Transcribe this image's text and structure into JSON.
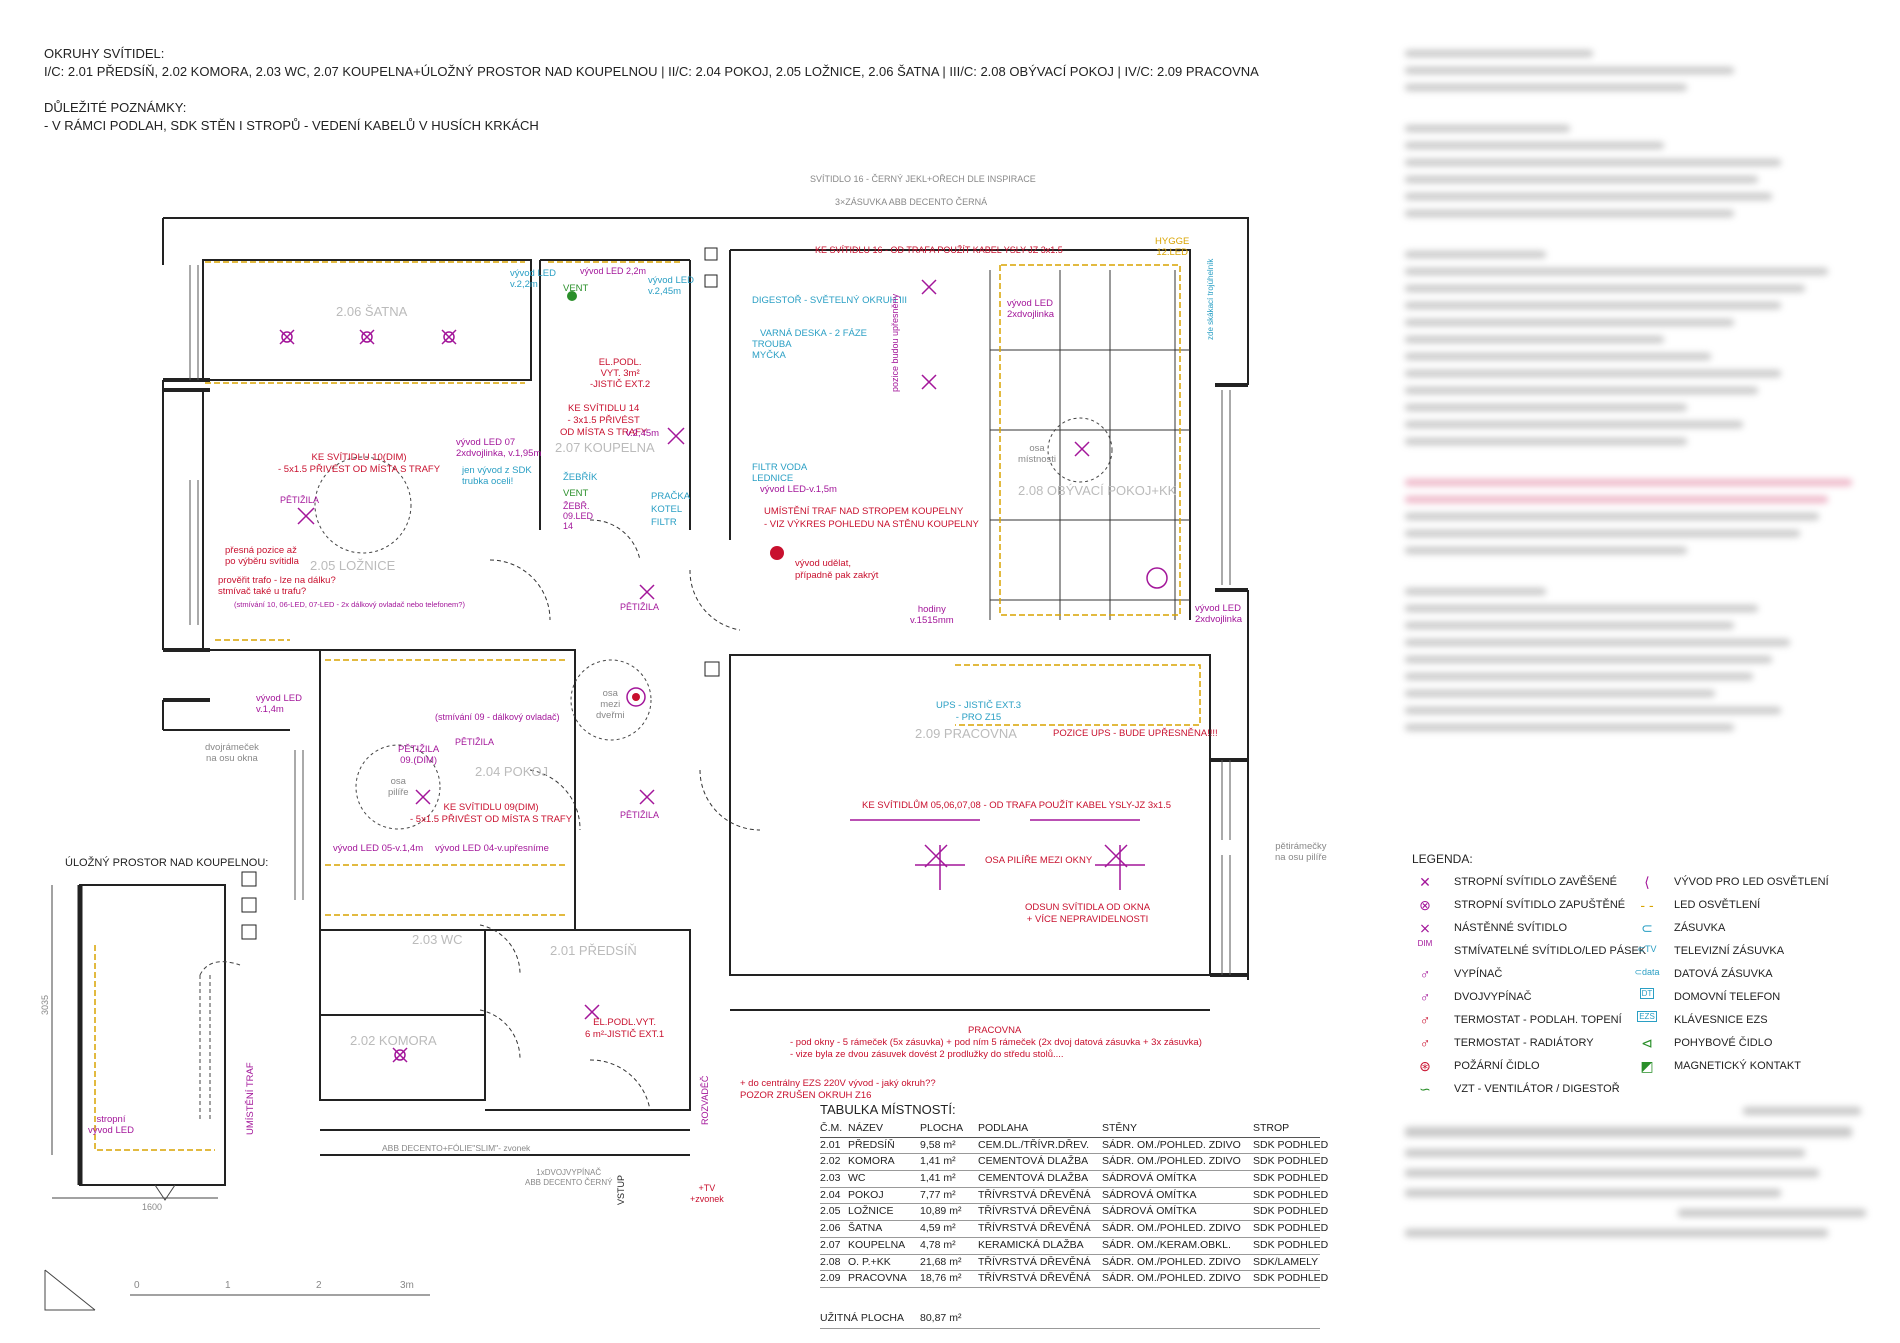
{
  "header": {
    "circuits_title": "OKRUHY SVÍTIDEL:",
    "circuits_text": "I/C: 2.01 PŘEDSÍŇ, 2.02 KOMORA, 2.03 WC, 2.07 KOUPELNA+ÚLOŽNÝ PROSTOR NAD KOUPELNOU   |   II/C: 2.04 POKOJ, 2.05 LOŽNICE, 2.06 ŠATNA   |   III/C: 2.08 OBÝVACÍ POKOJ   |   IV/C: 2.09 PRACOVNA",
    "notes_title": "DŮLEŽITÉ POZNÁMKY:",
    "notes_text": "-  V RÁMCI PODLAH, SDK STĚN I STROPŮ - VEDENÍ KABELŮ V HUSÍCH KRKÁCH"
  },
  "plan": {
    "top_note_1": "SVÍTIDLO 16 - ČERNÝ JEKL+OŘECH DLE INSPIRACE",
    "top_note_2": "3×ZÁSUVKA ABB DECENTO ČERNÁ",
    "ke16": "KE SVÍTIDLU 16 - OD TRAFA POUŽÍT KABEL YSLY-JZ 3x1.5",
    "rooms": {
      "satna": "2.06  ŠATNA",
      "loznice": "2.05  LOŽNICE",
      "koupelna": "2.07  KOUPELNA",
      "obyvaci": "2.08  OBÝVACÍ  POKOJ+KK",
      "pokoj": "2.04  POKOJ",
      "pracovna": "2.09  PRACOVNA",
      "wc": "2.03  WC",
      "komora": "2.02\nKOMORA",
      "predsin": "2.01  PŘEDSÍŇ"
    },
    "labels": {
      "vyvod_led_22": "vývod LED\nv.2,2m",
      "vent1": "VENT",
      "vyvod_led_245": "vývod LED\nv.2,45m",
      "el_podl_3": "EL.PODL.\nVYT. 3m²\n-JISTIČ EXT.2",
      "ke14": "KE SVÍTIDLU 14\n- 3x1.5 PŘIVÉST\nOD MÍSTA S TRAFY",
      "v245": "v.2,45m",
      "ke10": "KE SVÍTIDLU 10(DIM)\n- 5x1.5 PŘIVÉST OD MÍSTA S TRAFY",
      "petizila": "PĚTIŽILA",
      "presna": "přesná pozice až\npo výběru svítidla",
      "proverit": "prověřit trafo - lze na dálku?\nstmívač také u trafu?",
      "stmivani": "(stmívání 10, 06-LED, 07-LED - 2x dálkový ovladač nebo telefonem?)",
      "vyvod_led07": "vývod LED 07\n2xdvojlinka, v.1,95m",
      "jen_vyvod": "jen vývod z SDK\ntrubka oceli!",
      "zebrik": "ŽEBŘÍK",
      "vent2": "VENT",
      "zebr": "ŽEBŘ.\n09.LED\n14",
      "pracka": "PRAČKA\nKOTEL\nFILTR",
      "digestor": "DIGESTOŘ - SVĚTELNÝ OKRUH III",
      "trouba": "TROUBA\nMYČKA",
      "varna": "VARNÁ DESKA - 2 FÁZE",
      "lednice": "FILTR VODA\nLEDNICE",
      "vyvod_led15": "vývod LED-v.1,5m",
      "umisteni_traf": "UMÍSTĚNÍ TRAF NAD STROPEM KOUPELNY\n- VIZ VÝKRES POHLEDU NA STĚNU KOUPELNY",
      "vyvod_udelat": "vývod udělat,\npřípadně pak zakrýt",
      "pozice_budou": "pozice budou upřesněny",
      "vyvod_2dvoj": "vývod LED\n2xdvojlinka",
      "hygge": "HYGGE\n12.LED",
      "zde_skaceci": "zde skákací trojúhelník",
      "osa_mistnosti": "osa\nmístnosti",
      "hodiny": "hodiny\nv.1515mm",
      "vyvod_led_2dv": "vývod LED\n2xdvojlinka",
      "osa_mezi_dvermi": "osa\nmezi\ndveřmi",
      "vyvod_led14": "vývod LED\nv.1,4m",
      "dvojramecek": "dvojrámeček\nna osu okna",
      "stmivani09": "(stmívání 09 - dálkový ovladač)",
      "petizila09": "PĚTIŽILA\n09.(DIM)",
      "osa_pilire": "osa\npilíře",
      "ke09": "KE SVÍTIDLU 09(DIM)\n- 5x1.5 PŘIVÉST OD MÍSTA S TRAFY",
      "vyvod_led05": "vývod LED 05-v.1,4m",
      "vyvod_led04": "vývod LED 04-v.upřesníme",
      "ups": "UPS - JISTIČ EXT.3\n- PRO Z15",
      "pozice_ups": "POZICE UPS - BUDE UPŘESNĚNA!!!!",
      "ke_05": "KE SVÍTIDLŮM 05,06,07,08 - OD TRAFA POUŽÍT KABEL YSLY-JZ 3x1.5",
      "osa_pilire_mezi": "OSA PILÍŘE MEZI OKNY",
      "odsun": "ODSUN SVÍTIDLA OD OKNA\n+ VÍCE NEPRAVIDELNOSTI",
      "petiramecky": "pětirámečky\nna osu pilíře",
      "el_podl_6": "EL.PODL.VYT.\n6 m²-JISTIČ EXT.1",
      "pracovna_title": "PRACOVNA",
      "pracovna_text": "- pod okny - 5 rámeček (5x zásuvka) + pod ním 5 rámeček (2x dvoj datová zásuvka + 3x zásuvka)\n- vize byla ze dvou zásuvek dovést 2 prodlužky do středu stolů....",
      "ezs": "+ do centrálny EZS 220V vývod - jaký okruh??\nPOZOR ZRUŠEN OKRUH Z16",
      "uloz_title": "ÚLOŽNÝ PROSTOR NAD KOUPELNOU:",
      "stropni_vyvod": "stropní\nvývod LED",
      "umisteni_traf2": "UMÍSTĚNÍ TRAF",
      "zvonek": "ABB DECENTO+FÓLIE\"SLIM\"- zvonek",
      "dvojvypinac": "1xDVOJVYPÍNAČ\nABB DECENTO ČERNÝ",
      "vstup": "VSTUP",
      "tv_zvonek": "+TV\n+zvonek",
      "rozvadec": "ROZVADĚČ",
      "dim_3035": "3035",
      "dim_1600": "1600"
    }
  },
  "legend": {
    "title": "LEGENDA:",
    "items_left": [
      {
        "icon": "x-icon",
        "label": "STROPNÍ SVÍTIDLO ZAVĚŠENÉ"
      },
      {
        "icon": "x-circle-icon",
        "label": "STROPNÍ SVÍTIDLO ZAPUŠTĚNÉ"
      },
      {
        "icon": "x-bar-icon",
        "label": "NÁSTĚNNÉ SVÍTIDLO"
      },
      {
        "icon": "dim-icon",
        "label": "STMÍVATELNÉ SVÍTIDLO/LED PÁSEK"
      },
      {
        "icon": "switch-icon",
        "label": "VYPÍNAČ"
      },
      {
        "icon": "double-switch-icon",
        "label": "DVOJVYPÍNAČ"
      },
      {
        "icon": "thermostat-floor-icon",
        "label": "TERMOSTAT - PODLAH. TOPENÍ"
      },
      {
        "icon": "thermostat-rad-icon",
        "label": "TERMOSTAT - RADIÁTORY"
      },
      {
        "icon": "fire-sensor-icon",
        "label": "POŽÁRNÍ ČIDLO"
      },
      {
        "icon": "vent-icon",
        "label": "VZT - VENTILÁTOR / DIGESTOŘ"
      }
    ],
    "items_right": [
      {
        "icon": "led-output-icon",
        "label": "VÝVOD PRO LED OSVĚTLENÍ"
      },
      {
        "icon": "led-strip-icon",
        "label": "LED OSVĚTLENÍ"
      },
      {
        "icon": "socket-icon",
        "label": "ZÁSUVKA"
      },
      {
        "icon": "tv-socket-icon",
        "label": "TELEVIZNÍ ZÁSUVKA"
      },
      {
        "icon": "data-socket-icon",
        "label": "DATOVÁ ZÁSUVKA"
      },
      {
        "icon": "phone-icon",
        "label": "DOMOVNÍ TELEFON"
      },
      {
        "icon": "keypad-icon",
        "label": "KLÁVESNICE EZS"
      },
      {
        "icon": "motion-sensor-icon",
        "label": "POHYBOVÉ ČIDLO"
      },
      {
        "icon": "magnet-contact-icon",
        "label": "MAGNETICKÝ KONTAKT"
      }
    ],
    "dim_symbol": "DIM",
    "tv_symbol": "TV",
    "data_symbol": "data",
    "dt_symbol": "DT",
    "ezs_symbol": "EZS"
  },
  "room_table": {
    "title": "TABULKA MÍSTNOSTÍ:",
    "headers": [
      "Č.M.",
      "NÁZEV",
      "PLOCHA",
      "PODLAHA",
      "STĚNY",
      "STROP"
    ],
    "rows": [
      [
        "2.01",
        "PŘEDSÍŇ",
        "9,58 m²",
        "CEM.DL./TŘÍVR.DŘEV.",
        "SÁDR. OM./POHLED. ZDIVO",
        "SDK PODHLED"
      ],
      [
        "2.02",
        "KOMORA",
        "1,41 m²",
        "CEMENTOVÁ DLAŽBA",
        "SÁDR. OM./POHLED. ZDIVO",
        "SDK PODHLED"
      ],
      [
        "2.03",
        "WC",
        "1,41 m²",
        "CEMENTOVÁ DLAŽBA",
        "SÁDROVÁ OMÍTKA",
        "SDK PODHLED"
      ],
      [
        "2.04",
        "POKOJ",
        "7,77 m²",
        "TŘÍVRSTVÁ DŘEVĚNÁ",
        "SÁDROVÁ OMÍTKA",
        "SDK PODHLED"
      ],
      [
        "2.05",
        "LOŽNICE",
        "10,89 m²",
        "TŘÍVRSTVÁ DŘEVĚNÁ",
        "SÁDROVÁ OMÍTKA",
        "SDK PODHLED"
      ],
      [
        "2.06",
        "ŠATNA",
        "4,59 m²",
        "TŘÍVRSTVÁ DŘEVĚNÁ",
        "SÁDR. OM./POHLED. ZDIVO",
        "SDK PODHLED"
      ],
      [
        "2.07",
        "KOUPELNA",
        "4,78 m²",
        "KERAMICKÁ DLAŽBA",
        "SÁDR. OM./KERAM.OBKL.",
        "SDK PODHLED"
      ],
      [
        "2.08",
        "O. P.+KK",
        "21,68 m²",
        "TŘÍVRSTVÁ DŘEVĚNÁ",
        "SÁDR. OM./POHLED. ZDIVO",
        "SDK/LAMELY"
      ],
      [
        "2.09",
        "PRACOVNA",
        "18,76 m²",
        "TŘÍVRSTVÁ DŘEVĚNÁ",
        "SÁDR. OM./POHLED. ZDIVO",
        "SDK PODHLED"
      ]
    ],
    "total_label": "UŽITNÁ PLOCHA",
    "total_value": "80,87 m²"
  },
  "scale": {
    "ticks": [
      "0",
      "1",
      "2",
      "3m"
    ]
  }
}
